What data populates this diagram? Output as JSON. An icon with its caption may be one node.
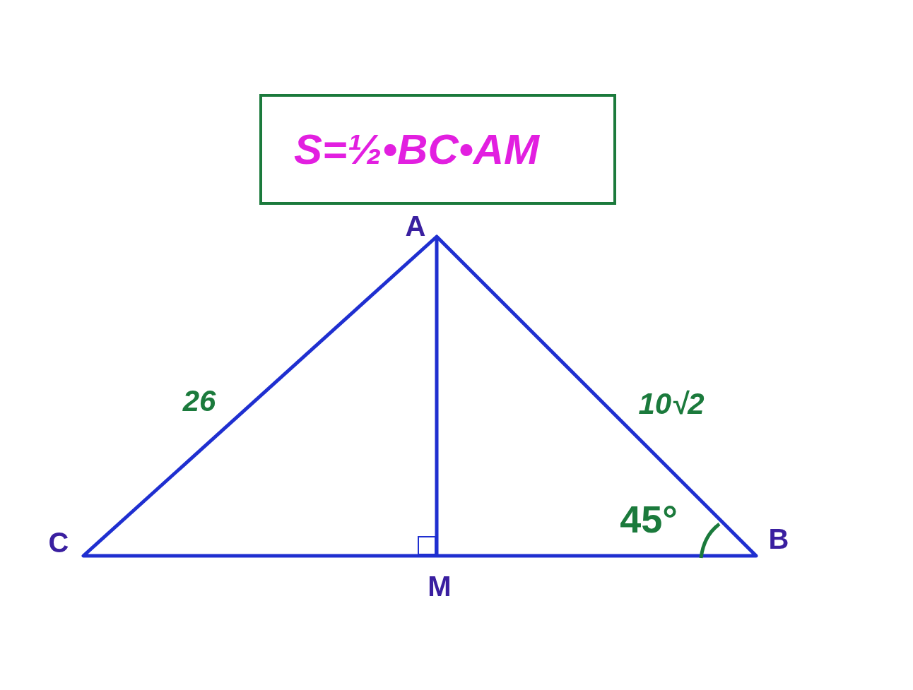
{
  "diagram": {
    "nodes": [
      {
        "text": [
          "S=½•BC•AM"
        ]
      }
    ],
    "labels": [
      "A",
      "26",
      "10√2",
      "45°",
      "C",
      "B",
      "M"
    ]
  }
}
